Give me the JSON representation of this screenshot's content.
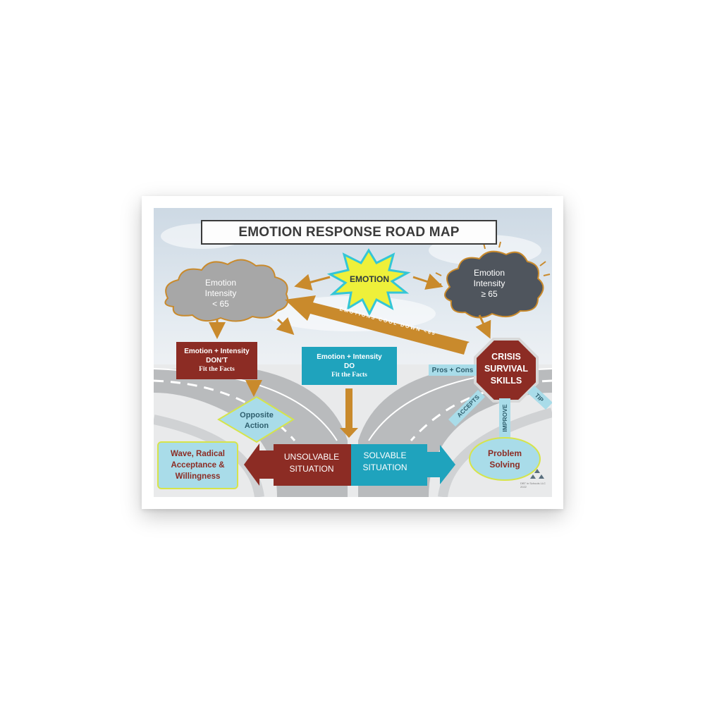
{
  "title": "EMOTION RESPONSE ROAD MAP",
  "emotion_burst": {
    "label": "EMOTION"
  },
  "cloud_low": {
    "line1": "Emotion",
    "line2": "Intensity",
    "line3": "< 65"
  },
  "cloud_high": {
    "line1": "Emotion",
    "line2": "Intensity",
    "line3": "≥ 65"
  },
  "cool_down_arrow": {
    "label": "EMOTIONS COOL DOWN <65"
  },
  "box_dont_fit": {
    "line1": "Emotion + Intensity",
    "line2": "DON'T",
    "line3": "Fit the Facts"
  },
  "box_do_fit": {
    "line1": "Emotion + Intensity",
    "line2": "DO",
    "line3": "Fit the Facts"
  },
  "crisis_sign": {
    "line1": "CRISIS",
    "line2": "SURVIVAL",
    "line3": "SKILLS"
  },
  "crisis_skills": {
    "pros_cons": "Pros + Cons",
    "accepts": "ACCEPTS",
    "improve": "IMPROVE",
    "tip": "TIP"
  },
  "opposite_action": {
    "line1": "Opposite",
    "line2": "Action"
  },
  "unsolvable": {
    "line1": "UNSOLVABLE",
    "line2": "SITUATION"
  },
  "solvable": {
    "line1": "SOLVABLE",
    "line2": "SITUATION"
  },
  "wave_box": {
    "line1": "Wave, Radical",
    "line2": "Acceptance &",
    "line3": "Willingness"
  },
  "problem_solving": {
    "line1": "Problem",
    "line2": "Solving"
  },
  "footer": {
    "credit": "DBT in Schools LLC 2022"
  },
  "colors": {
    "maroon": "#8c2c24",
    "teal": "#1fa3bd",
    "arrow_gold": "#c98a2c",
    "cloud_gray": "#a7a7a7",
    "cloud_dark": "#4f555d",
    "burst_yellow": "#eef03a",
    "light_blue": "#a9dce9",
    "lime_border": "#d6e44a"
  }
}
